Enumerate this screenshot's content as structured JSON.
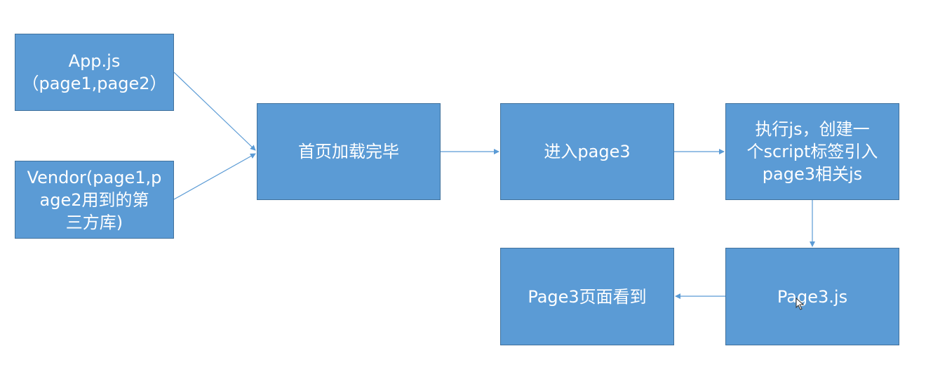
{
  "diagram": {
    "nodes": {
      "app": [
        "App.js",
        "（page1,page2）"
      ],
      "vendor": [
        "Vendor(page1,p",
        "age2用到的第",
        "三方库)"
      ],
      "home": [
        "首页加载完毕"
      ],
      "page3": [
        "进入page3"
      ],
      "exec": [
        "执行js，创建一",
        "个script标签引入",
        "page3相关js"
      ],
      "page3js": [
        "Page3.js"
      ],
      "seen": [
        "Page3页面看到"
      ]
    },
    "edges": [
      {
        "from": "app",
        "to": "home"
      },
      {
        "from": "vendor",
        "to": "home"
      },
      {
        "from": "home",
        "to": "page3"
      },
      {
        "from": "page3",
        "to": "exec"
      },
      {
        "from": "exec",
        "to": "page3js"
      },
      {
        "from": "page3js",
        "to": "seen"
      }
    ],
    "colors": {
      "node_fill": "#5b9bd5",
      "node_border": "#41719c",
      "node_text": "#ffffff",
      "edge": "#5b9bd5"
    }
  }
}
